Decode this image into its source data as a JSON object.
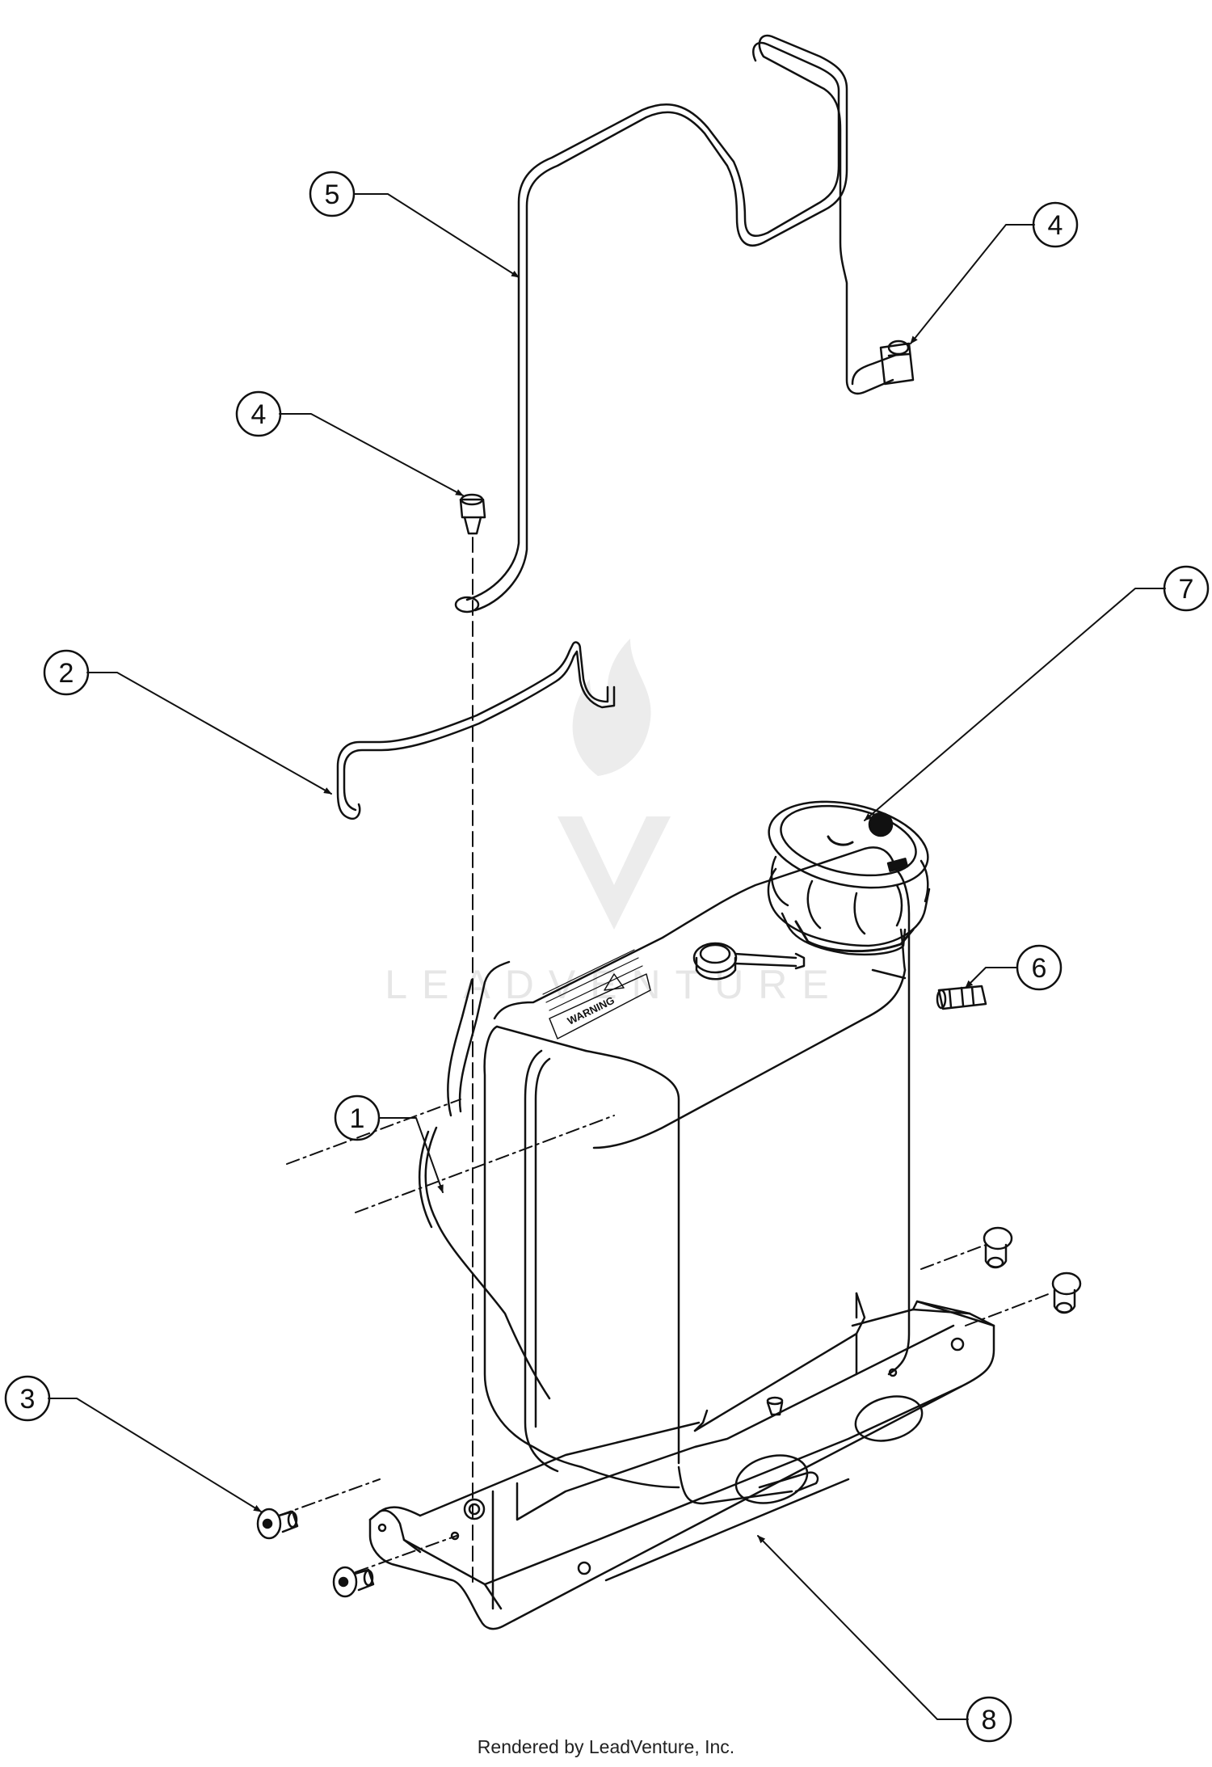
{
  "watermark": {
    "brand": "LEADVENTURE"
  },
  "decal": {
    "heading": "WARNING"
  },
  "callouts": [
    {
      "id": "callout-1",
      "label": "1"
    },
    {
      "id": "callout-2",
      "label": "2"
    },
    {
      "id": "callout-3",
      "label": "3"
    },
    {
      "id": "callout-4a",
      "label": "4"
    },
    {
      "id": "callout-4b",
      "label": "4"
    },
    {
      "id": "callout-5",
      "label": "5"
    },
    {
      "id": "callout-6",
      "label": "6"
    },
    {
      "id": "callout-7",
      "label": "7"
    },
    {
      "id": "callout-8",
      "label": "8"
    }
  ],
  "footer": {
    "credit": "Rendered by LeadVenture, Inc."
  }
}
